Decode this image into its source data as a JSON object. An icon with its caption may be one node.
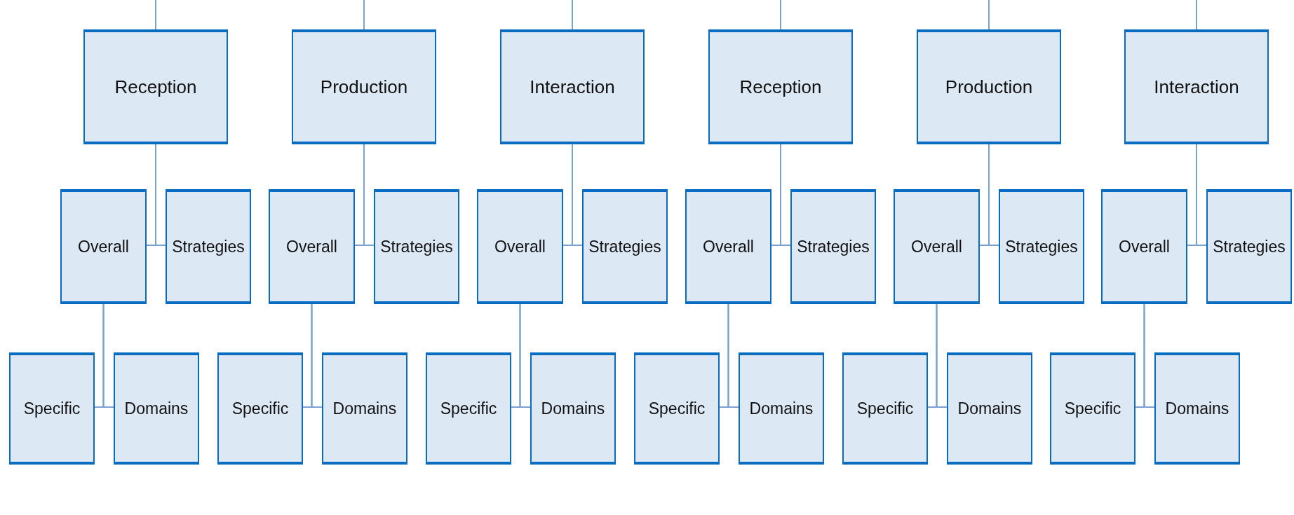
{
  "diagram": {
    "nodes": [
      {
        "text": [
          "Reception"
        ]
      },
      {
        "text": [
          "Overall"
        ]
      },
      {
        "text": [
          "Strategies"
        ]
      },
      {
        "text": [
          "Specific"
        ]
      },
      {
        "text": [
          "Domains"
        ]
      },
      {
        "text": [
          "Production"
        ]
      },
      {
        "text": [
          "Overall"
        ]
      },
      {
        "text": [
          "Strategies"
        ]
      },
      {
        "text": [
          "Specific"
        ]
      },
      {
        "text": [
          "Domains"
        ]
      },
      {
        "text": [
          "Interaction"
        ]
      },
      {
        "text": [
          "Overall"
        ]
      },
      {
        "text": [
          "Strategies"
        ]
      },
      {
        "text": [
          "Specific"
        ]
      },
      {
        "text": [
          "Domains"
        ]
      },
      {
        "text": [
          "Reception"
        ]
      },
      {
        "text": [
          "Overall"
        ]
      },
      {
        "text": [
          "Strategies"
        ]
      },
      {
        "text": [
          "Specific"
        ]
      },
      {
        "text": [
          "Domains"
        ]
      },
      {
        "text": [
          "Production"
        ]
      },
      {
        "text": [
          "Overall"
        ]
      },
      {
        "text": [
          "Strategies"
        ]
      },
      {
        "text": [
          "Specific"
        ]
      },
      {
        "text": [
          "Domains"
        ]
      },
      {
        "text": [
          "Interaction"
        ]
      },
      {
        "text": [
          "Overall"
        ]
      },
      {
        "text": [
          "Strategies"
        ]
      },
      {
        "text": [
          "Specific"
        ]
      },
      {
        "text": [
          "Domains"
        ]
      }
    ],
    "edges": [
      {
        "from": null,
        "to": 0,
        "arrow": "none"
      },
      {
        "from": 0,
        "to": 1,
        "arrow": "none"
      },
      {
        "from": 0,
        "to": 2,
        "arrow": "none"
      },
      {
        "from": 1,
        "to": 3,
        "arrow": "none"
      },
      {
        "from": 1,
        "to": 4,
        "arrow": "none"
      },
      {
        "from": null,
        "to": 5,
        "arrow": "none"
      },
      {
        "from": 5,
        "to": 6,
        "arrow": "none"
      },
      {
        "from": 5,
        "to": 7,
        "arrow": "none"
      },
      {
        "from": 6,
        "to": 8,
        "arrow": "none"
      },
      {
        "from": 6,
        "to": 9,
        "arrow": "none"
      },
      {
        "from": null,
        "to": 10,
        "arrow": "none"
      },
      {
        "from": 10,
        "to": 11,
        "arrow": "none"
      },
      {
        "from": 10,
        "to": 12,
        "arrow": "none"
      },
      {
        "from": 11,
        "to": 13,
        "arrow": "none"
      },
      {
        "from": 11,
        "to": 14,
        "arrow": "none"
      },
      {
        "from": null,
        "to": 15,
        "arrow": "none"
      },
      {
        "from": 15,
        "to": 16,
        "arrow": "none"
      },
      {
        "from": 15,
        "to": 17,
        "arrow": "none"
      },
      {
        "from": 16,
        "to": 18,
        "arrow": "none"
      },
      {
        "from": 16,
        "to": 19,
        "arrow": "none"
      },
      {
        "from": null,
        "to": 20,
        "arrow": "none"
      },
      {
        "from": 20,
        "to": 21,
        "arrow": "none"
      },
      {
        "from": 20,
        "to": 22,
        "arrow": "none"
      },
      {
        "from": 21,
        "to": 23,
        "arrow": "none"
      },
      {
        "from": 21,
        "to": 24,
        "arrow": "none"
      },
      {
        "from": null,
        "to": 25,
        "arrow": "none"
      },
      {
        "from": 25,
        "to": 26,
        "arrow": "none"
      },
      {
        "from": 25,
        "to": 27,
        "arrow": "none"
      },
      {
        "from": 26,
        "to": 28,
        "arrow": "none"
      },
      {
        "from": 26,
        "to": 29,
        "arrow": "none"
      }
    ]
  }
}
